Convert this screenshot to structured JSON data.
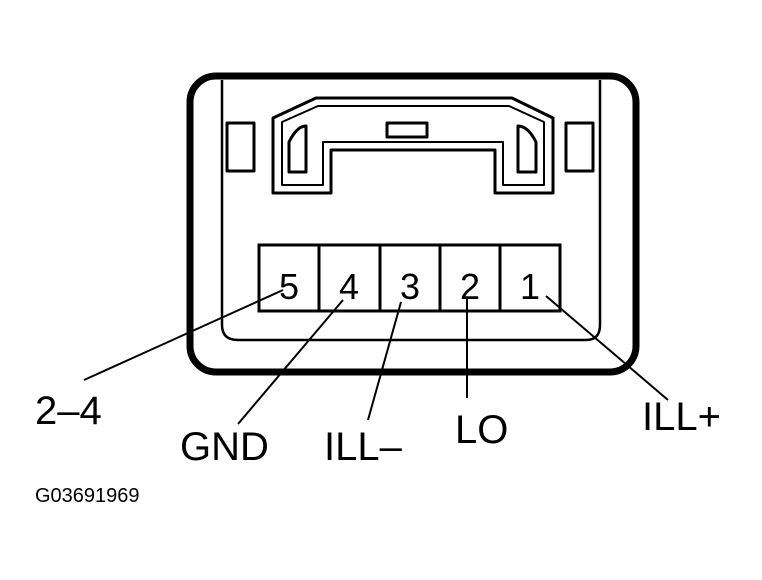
{
  "connector": {
    "pins": [
      {
        "number": "5",
        "signal": "2–4"
      },
      {
        "number": "4",
        "signal": "GND"
      },
      {
        "number": "3",
        "signal": "ILL–"
      },
      {
        "number": "2",
        "signal": "LO"
      },
      {
        "number": "1",
        "signal": "ILL+"
      }
    ]
  },
  "figure_id": "G03691969",
  "colors": {
    "ink": "#000000",
    "background": "#ffffff"
  }
}
